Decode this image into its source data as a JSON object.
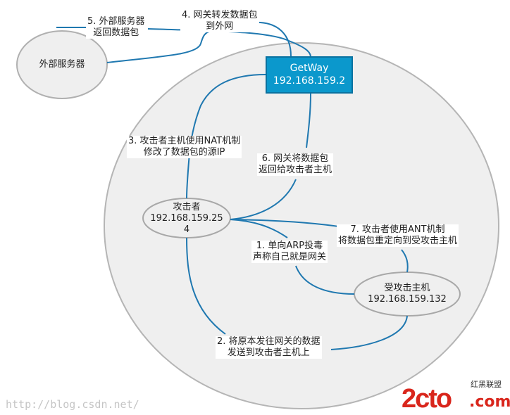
{
  "nodes": {
    "external_server": "外部服务器",
    "gateway": {
      "name": "GetWay",
      "ip": "192.168.159.2"
    },
    "attacker": {
      "name": "攻击者",
      "ip_line1": "192.168.159.25",
      "ip_line2": "4"
    },
    "victim": {
      "name": "受攻击主机",
      "ip": "192.168.159.132"
    }
  },
  "steps": [
    {
      "line1": "1. 单向ARP投毒",
      "line2": "声称自己就是网关"
    },
    {
      "line1": "2. 将原本发往网关的数据",
      "line2": "发送到攻击者主机上"
    },
    {
      "line1": "3. 攻击者主机使用NAT机制",
      "line2": "修改了数据包的源IP"
    },
    {
      "line1": "4. 网关转发数据包",
      "line2": "到外网"
    },
    {
      "line1": "5. 外部服务器",
      "line2": "返回数据包"
    },
    {
      "line1": "6. 网关将数据包",
      "line2": "返回给攻击者主机"
    },
    {
      "line1": "7. 攻击者使用ANT机制",
      "line2": "将数据包重定向到受攻击主机"
    }
  ],
  "watermark": "http://blog.csdn.net/",
  "logo": {
    "main": "2cto",
    "suffix": ".com",
    "cn": "红黑联盟"
  },
  "colors": {
    "line": "#1f78b0",
    "gateway": "#0b98cc",
    "circle": "#efefef",
    "logo": "#d9261c"
  }
}
